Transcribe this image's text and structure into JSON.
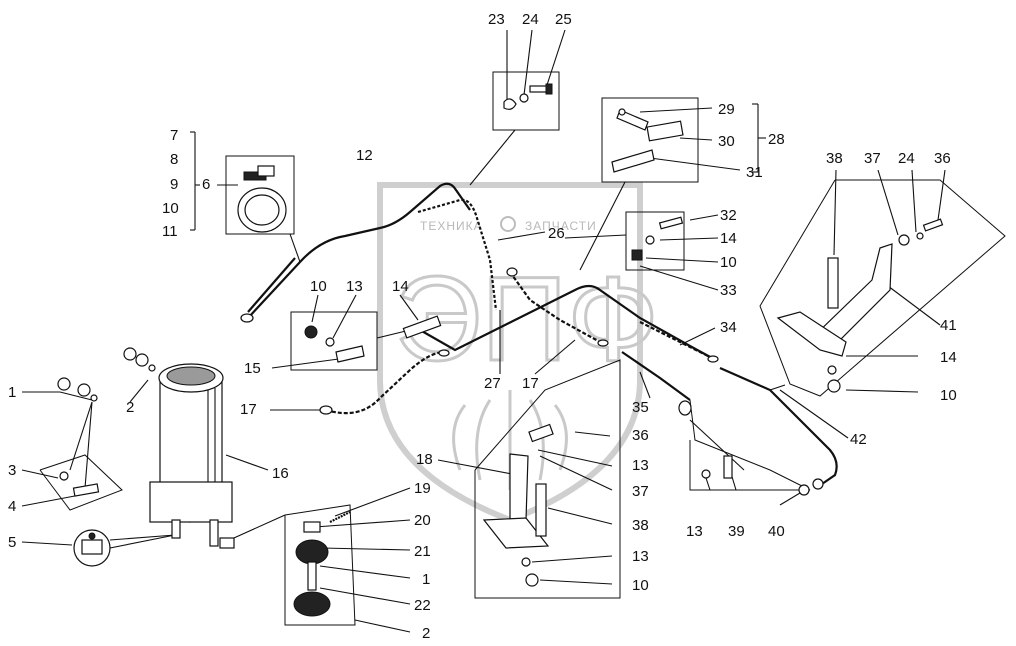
{
  "watermark": {
    "company_left": "ТЕХНИКА",
    "company_right": "ЗАПЧАСТИ",
    "logo": "ЭПФ"
  },
  "labels": {
    "l1": "1",
    "l2": "2",
    "l3": "3",
    "l4": "4",
    "l5": "5",
    "l6": "6",
    "l7": "7",
    "l8": "8",
    "l9": "9",
    "l10": "10",
    "l11": "11",
    "l12": "12",
    "l23": "23",
    "l24": "24",
    "l25": "25",
    "l29": "29",
    "l30": "30",
    "l31": "31",
    "l28": "28",
    "l32": "32",
    "l14a": "14",
    "l10a": "10",
    "l26": "26",
    "l33": "33",
    "l38a": "38",
    "l37a": "37",
    "l24b": "24",
    "l36a": "36",
    "l10b": "10",
    "l13a": "13",
    "l14b": "14",
    "l15": "15",
    "l34": "34",
    "l41": "41",
    "l14c": "14",
    "l10c": "10",
    "l27": "27",
    "l17a": "17",
    "l17b": "17",
    "l35": "35",
    "l16": "16",
    "l42": "42",
    "l36b": "36",
    "l13b": "13",
    "l18": "18",
    "l37b": "37",
    "l38b": "38",
    "l13c": "13",
    "l10d": "10",
    "l19": "19",
    "l20": "20",
    "l21": "21",
    "l1b": "1",
    "l22": "22",
    "l2b": "2",
    "l13d": "13",
    "l39": "39",
    "l40": "40"
  }
}
